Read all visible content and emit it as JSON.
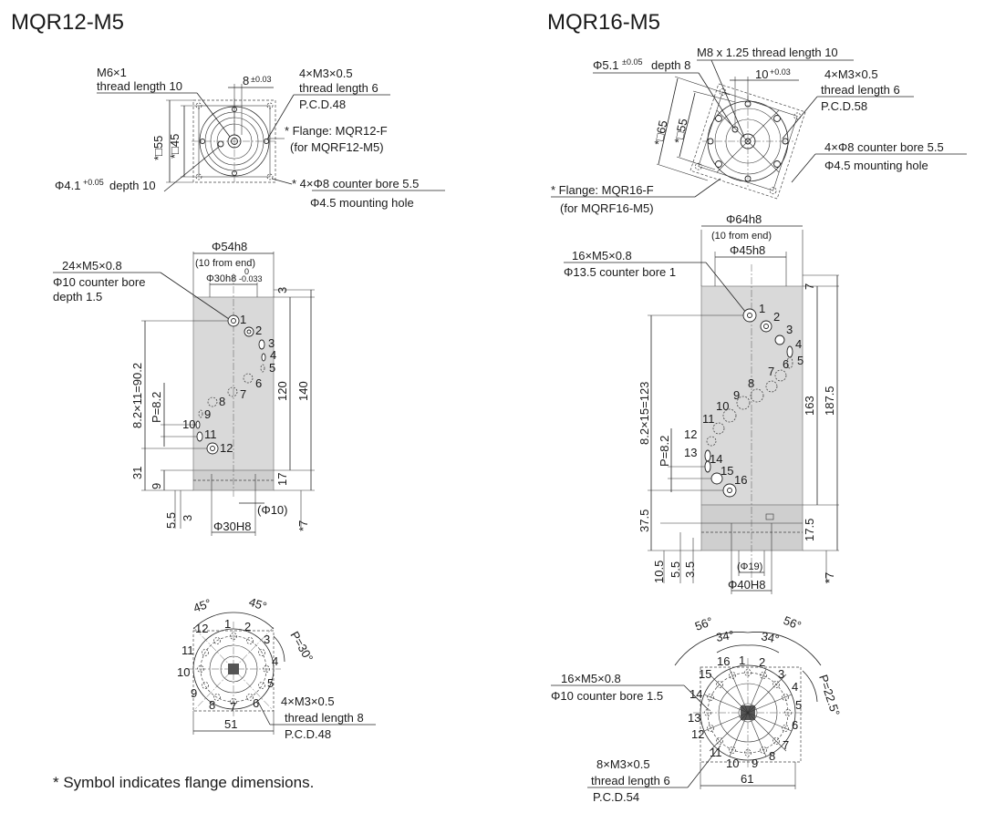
{
  "left": {
    "title": "MQR12-M5",
    "top_view": {
      "m6_line1": "M6×1",
      "m6_line2": "thread length 10",
      "dim_8": "8",
      "dim_8_tol": "±0.03",
      "m3_line1": "4×M3×0.5",
      "m3_line2": "thread length 6",
      "m3_line3": "P.C.D.48",
      "flange_line1": "* Flange: MQR12-F",
      "flange_line2": "(for MQRF12-M5)",
      "dim_55": "*□55",
      "dim_45": "*□45",
      "pin_hole": "Φ4.1",
      "pin_hole_tol": "+0.05",
      "pin_hole_depth": "depth 10",
      "cbore_line1": "* 4×Φ8 counter bore 5.5",
      "cbore_line2": "Φ4.5 mounting hole"
    },
    "side_view": {
      "dia54": "Φ54h8",
      "from_end": "(10 from end)",
      "dia30h8": "Φ30h8",
      "dia30h8_tol_top": "0",
      "dia30h8_tol_bot": "-0.033",
      "ports_line1": "24×M5×0.8",
      "ports_line2": "Φ10 counter bore",
      "ports_line3": "depth 1.5",
      "port_numbers": [
        "1",
        "2",
        "3",
        "4",
        "5",
        "6",
        "7",
        "8",
        "9",
        "10",
        "11",
        "12"
      ],
      "dim_3": "3",
      "dim_120": "120",
      "dim_140": "140",
      "dim_pitch_total": "8.2×11=90.2",
      "dim_pitch": "P=8.2",
      "dim_31": "31",
      "dim_9": "9",
      "dim_17": "17",
      "dim_55b": "5.5",
      "dim_3b": "3",
      "dim_10": "(Φ10)",
      "dim_7": "*7",
      "dia30H8": "Φ30H8"
    },
    "bottom_view": {
      "ang1": "45°",
      "ang2": "45°",
      "pitch": "P=30°",
      "port_numbers": [
        "1",
        "2",
        "3",
        "4",
        "5",
        "6",
        "7",
        "8",
        "9",
        "10",
        "11",
        "12"
      ],
      "m3_line1": "4×M3×0.5",
      "m3_line2": "thread length 8",
      "m3_line3": "P.C.D.48",
      "dim_51": "51"
    },
    "footnote": "* Symbol indicates flange dimensions."
  },
  "right": {
    "title": "MQR16-M5",
    "top_view": {
      "m8_line": "M8 x 1.25 thread length 10",
      "pin_hole": "Φ5.1",
      "pin_hole_tol": "±0.05",
      "pin_hole_depth": "depth 8",
      "dim_10": "10",
      "dim_10_tol": "+0.03",
      "m3_line1": "4×M3×0.5",
      "m3_line2": "thread length 6",
      "m3_line3": "P.C.D.58",
      "dim_65": "*□65",
      "dim_55": "*□55",
      "cbore_line1": "4×Φ8 counter bore 5.5",
      "cbore_line2": "Φ4.5 mounting hole",
      "flange_line1": "* Flange: MQR16-F",
      "flange_line2": "(for MQRF16-M5)"
    },
    "side_view": {
      "dia64": "Φ64h8",
      "from_end": "(10 from end)",
      "dia45": "Φ45h8",
      "ports_line1": "16×M5×0.8",
      "ports_line2": "Φ13.5 counter bore 1",
      "port_numbers": [
        "1",
        "2",
        "3",
        "4",
        "5",
        "6",
        "7",
        "8",
        "9",
        "10",
        "11",
        "12",
        "13",
        "14",
        "15",
        "16"
      ],
      "dim_7": "7",
      "dim_163": "163",
      "dim_1875": "187.5",
      "dim_pitch_total": "8.2×15=123",
      "dim_pitch": "P=8.2",
      "dim_375": "37.5",
      "dim_175": "17.5",
      "dim_105": "10.5",
      "dim_55": "5.5",
      "dim_35": "3.5",
      "dim_19": "(Φ19)",
      "dim_7b": "*7",
      "dia40H8": "Φ40H8"
    },
    "bottom_view": {
      "ang1": "56°",
      "ang2": "56°",
      "ang3": "34°",
      "ang4": "34°",
      "pitch": "P=22.5°",
      "port_numbers": [
        "1",
        "2",
        "3",
        "4",
        "5",
        "6",
        "7",
        "8",
        "9",
        "10",
        "11",
        "12",
        "13",
        "14",
        "15",
        "16"
      ],
      "ports_line1": "16×M5×0.8",
      "ports_line2": "Φ10 counter bore 1.5",
      "m3_line1": "8×M3×0.5",
      "m3_line2": "thread length 6",
      "m3_line3": "P.C.D.54",
      "dim_61": "61"
    }
  }
}
